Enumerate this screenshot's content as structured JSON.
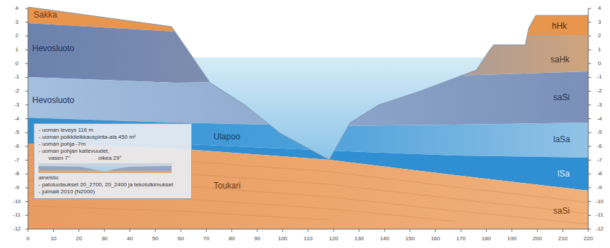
{
  "diagram": {
    "nodes": [
      {
        "text": [
          "- uoman leveys 116 m",
          "- uoman poikkileikkauspinta-ala 450 m²",
          "- uoman pohja -7m",
          "- uoman pohjan kaltevuudet,",
          "vasen 7°",
          "oikea 29°",
          "aineisto:",
          "- patoluotaukset 20_2700, 20_2400 ja tekotutkimukset",
          "- julmalli 2010 (N2000)"
        ]
      }
    ],
    "labels": [
      "Sakka",
      "Hevosluoto",
      "Hevosluoto",
      "Ulapoo",
      "Toukari",
      "hHk",
      "saHk",
      "saSi",
      "laSa",
      "lSa",
      "saSi",
      "4",
      "3",
      "2",
      "1",
      "0",
      "-1",
      "-2",
      "-3",
      "-4",
      "-5",
      "-6",
      "-7",
      "-8",
      "-9",
      "-10",
      "-11",
      "-12",
      "4",
      "3",
      "2",
      "1",
      "0",
      "-1",
      "-2",
      "-3",
      "-4",
      "-5",
      "-6",
      "-7",
      "-8",
      "-9",
      "-10",
      "-11",
      "-12",
      "0",
      "10",
      "20",
      "30",
      "40",
      "50",
      "60",
      "70",
      "80",
      "90",
      "100",
      "110",
      "120",
      "130",
      "140",
      "150",
      "160",
      "170",
      "180",
      "190",
      "200",
      "210",
      "220"
    ]
  }
}
